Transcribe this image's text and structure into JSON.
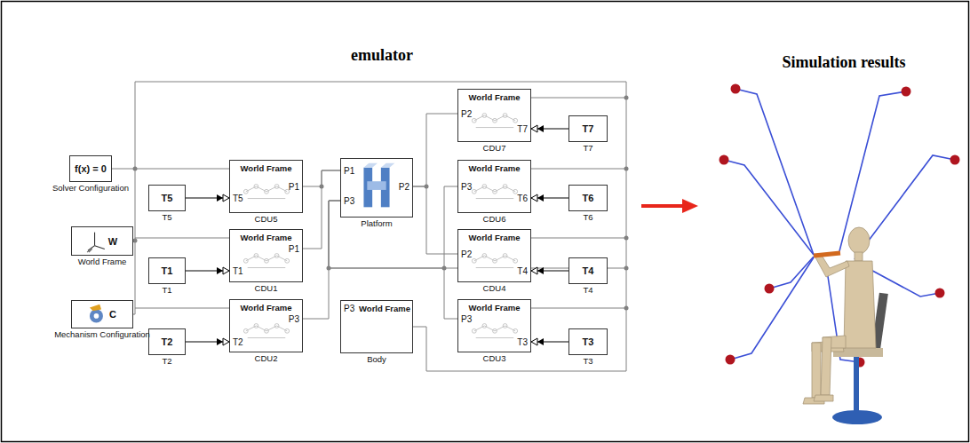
{
  "diagram": {
    "title": "emulator",
    "nodes": [
      {
        "text": [
          "f(x) = 0",
          "Solver Configuration"
        ]
      },
      {
        "text": [
          "W",
          "World Frame"
        ]
      },
      {
        "text": [
          "C",
          "Mechanism Configuration"
        ]
      },
      {
        "text": [
          "T5",
          "T5"
        ]
      },
      {
        "text": [
          "World Frame",
          "T5",
          "P1",
          "CDU5"
        ]
      },
      {
        "text": [
          "T1",
          "T1"
        ]
      },
      {
        "text": [
          "World Frame",
          "T1",
          "P1",
          "CDU1"
        ]
      },
      {
        "text": [
          "T2",
          "T2"
        ]
      },
      {
        "text": [
          "World Frame",
          "T2",
          "P3",
          "CDU2"
        ]
      },
      {
        "text": [
          "P1",
          "P3",
          "P2",
          "Platform"
        ]
      },
      {
        "text": [
          "P3",
          "World Frame",
          "Body"
        ]
      },
      {
        "text": [
          "World Frame",
          "P2",
          "T7",
          "CDU7"
        ]
      },
      {
        "text": [
          "T7",
          "T7"
        ]
      },
      {
        "text": [
          "World Frame",
          "P3",
          "T6",
          "CDU6"
        ]
      },
      {
        "text": [
          "T6",
          "T6"
        ]
      },
      {
        "text": [
          "World Frame",
          "P2",
          "T4",
          "CDU4"
        ]
      },
      {
        "text": [
          "T4",
          "T4"
        ]
      },
      {
        "text": [
          "World Frame",
          "P3",
          "T3",
          "CDU3"
        ]
      },
      {
        "text": [
          "T3",
          "T3"
        ]
      }
    ],
    "edges": [
      {
        "from": 3,
        "to": 4,
        "arrow": "to"
      },
      {
        "from": 5,
        "to": 6,
        "arrow": "to"
      },
      {
        "from": 7,
        "to": 8,
        "arrow": "to"
      },
      {
        "from": 4,
        "to": 9,
        "arrow": "none"
      },
      {
        "from": 6,
        "to": 9,
        "arrow": "none"
      },
      {
        "from": 8,
        "to": 9,
        "arrow": "none"
      },
      {
        "from": 9,
        "to": 11,
        "arrow": "none"
      },
      {
        "from": 9,
        "to": 15,
        "arrow": "none"
      },
      {
        "from": 9,
        "to": 13,
        "arrow": "none"
      },
      {
        "from": 9,
        "to": 17,
        "arrow": "none"
      },
      {
        "from": 12,
        "to": 11,
        "arrow": "to"
      },
      {
        "from": 14,
        "to": 13,
        "arrow": "to"
      },
      {
        "from": 16,
        "to": 15,
        "arrow": "to"
      },
      {
        "from": 18,
        "to": 17,
        "arrow": "to"
      }
    ],
    "labels": [
      "Simulation results"
    ]
  }
}
